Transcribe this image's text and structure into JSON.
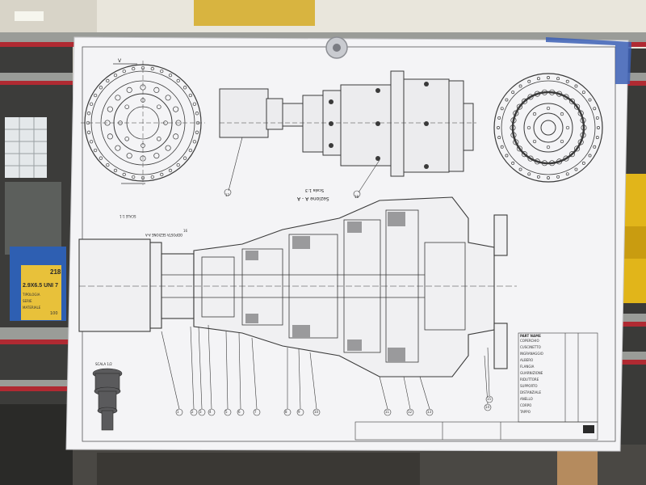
{
  "background": {
    "wall_color": "#e9e6dc",
    "rack_color": "#8a8c88",
    "rack_stripe_color": "#b02a32",
    "bin_left_color": "#2e5fb2",
    "label_yellow": "#e8c13a",
    "bin_right_color": "#e1b51a"
  },
  "left_bin_label": {
    "number": "218",
    "code": "2.9X6.5 UNI 7",
    "row_a": "TIPOLOGIA",
    "row_b": "SERIE",
    "row_c": "MATERIALE",
    "qty": "100"
  },
  "drawing": {
    "paper_color": "#f4f4f6",
    "line_color": "#3a3a3a",
    "sheet_small_text": "SCALE 1:1",
    "section_title": "Sezione A - A",
    "section_scale": "Scala 1:3",
    "detail_note": "SCALA 1/2",
    "left_note": "ODPOSTA SEZIONE A-A",
    "small_top_note": "V",
    "parts_table_header": "PART NAME",
    "parts_table_rows": [
      "COPERCHIO",
      "CUSCINETTO",
      "INGRANAGGIO",
      "ALBERO",
      "FLANGIA",
      "GUARNIZIONE",
      "RIDUTTORE",
      "SUPPORTO",
      "DISTANZIALE",
      "ANELLO",
      "CORPO",
      "TAPPO"
    ],
    "callouts": [
      "1",
      "2",
      "3",
      "4",
      "5",
      "6",
      "7",
      "8",
      "9",
      "10",
      "11",
      "12",
      "13",
      "14",
      "15",
      "16",
      "17",
      "18"
    ]
  }
}
